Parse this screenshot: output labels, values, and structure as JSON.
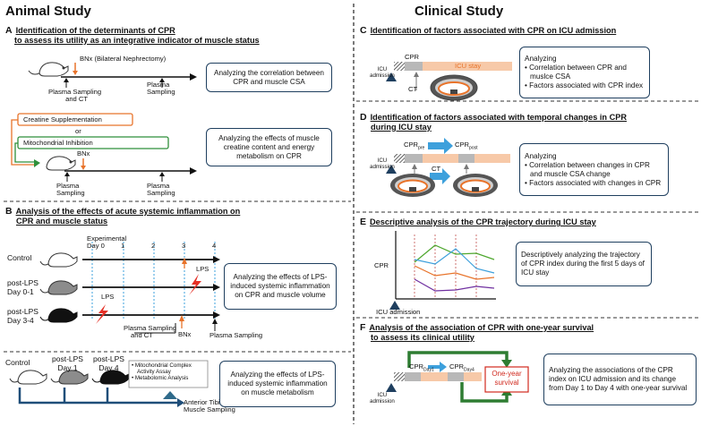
{
  "headers": {
    "animal": "Animal Study",
    "clinical": "Clinical Study"
  },
  "sections": {
    "A": {
      "letter": "A",
      "title1": "Identification of the determinants of CPR",
      "title2": " to assess its utility as an integrative indicator of muscle status",
      "bnx_full": "BNx (Bilateral Nephrectomy)",
      "sampling1": "Plasma Sampling",
      "sampling1b": "and CT",
      "sampling2": "Plasma",
      "sampling2b": "Sampling",
      "box1": "Analyzing the correlation between CPR and muscle CSA",
      "creatine": "Creatine Supplementation",
      "or": "or",
      "mito": "Mitochondrial Inhibition",
      "bnx": "BNx",
      "sampling3": "Plasma",
      "sampling3b": "Sampling",
      "sampling4": "Plasma",
      "sampling4b": "Sampling",
      "box2": "Analyzing the effects of muscle creatine content and energy metabolism on CPR"
    },
    "B": {
      "letter": "B",
      "title1": "Analysis of the effects of acute systemic inflammation on",
      "title2": "CPR and muscle status",
      "exp_day1": "Experimental",
      "exp_day2": "Day 0",
      "days": [
        "1",
        "2",
        "3",
        "4"
      ],
      "g1": "Control",
      "g2a": "post-LPS",
      "g2b": "Day 0-1",
      "g3a": "post-LPS",
      "g3b": "Day 3-4",
      "lps1": "LPS",
      "lps2": "LPS",
      "ps_ct1": "Plasma Sampling",
      "ps_ct2": "and CT",
      "bnx": "BNx",
      "ps": "Plasma Sampling",
      "box1": "Analyzing the effects of LPS-induced systemic inflammation on CPR and muscle volume",
      "m1": "Control",
      "m2a": "post-LPS",
      "m2b": "Day 1",
      "m3a": "post-LPS",
      "m3b": "Day 4",
      "assay1": "• Mitochondrial Complex",
      "assay1b": "Activity Assay",
      "assay2": "• Metabolomic Analysis",
      "tib1": "Anterior Tibial",
      "tib2": "Muscle Sampling",
      "box2": "Analyzing the effects of LPS-induced systemic inflammation on muscle metabolism"
    },
    "C": {
      "letter": "C",
      "title": "Identification of factors associated with CPR on ICU admission",
      "cpr": "CPR",
      "icu_stay": "ICU stay",
      "icu1": "ICU",
      "icu2": "admission",
      "ct": "CT",
      "box_title": "Analyzing",
      "b1": "• Correlation between CPR and",
      "b1b": "  muslce CSA",
      "b2": "• Factors associated with CPR index"
    },
    "D": {
      "letter": "D",
      "title1": "Identification of factors associated with temporal changes in CPR",
      "title2": "during ICU stay",
      "cpr_pre": "CPR",
      "pre": "pre",
      "cpr_post": "CPR",
      "post": "post",
      "icu1": "ICU",
      "icu2": "admission",
      "ct": "CT",
      "box_title": "Analyzing",
      "b1": "• Correlation between changes in CPR",
      "b1b": "  and muscle CSA change",
      "b2": "• Factors associated with changes in CPR"
    },
    "E": {
      "letter": "E",
      "title": "Descriptive analysis of the CPR trajectory during ICU stay",
      "cpr": "CPR",
      "icu": "ICU admission",
      "box": "Descriptively analyzing the trajectory of CPR index during the first 5 days of  ICU stay"
    },
    "F": {
      "letter": "F",
      "title1": "Analysis of the association of CPR with one-year survival",
      "title2": "to assess its clinical utility",
      "cpr_d1": "CPR",
      "d1": "Day1",
      "cpr_d4": "CPR",
      "d4": "Day4",
      "survival1": "One-year",
      "survival2": "survival",
      "icu1": "ICU",
      "icu2": "admission",
      "box": "Analyzing the associations of the CPR index on ICU admission and its change from Day 1 to  Day 4 with one-year survival"
    }
  },
  "colors": {
    "orange": "#e8732a",
    "green": "#2f8f3a",
    "blue": "#3da0dc",
    "navy": "#1f3f5f",
    "peach": "#f7c9a8",
    "gray": "#b8b8b8",
    "dark_green": "#2e7d32",
    "red": "#d12a1f"
  }
}
